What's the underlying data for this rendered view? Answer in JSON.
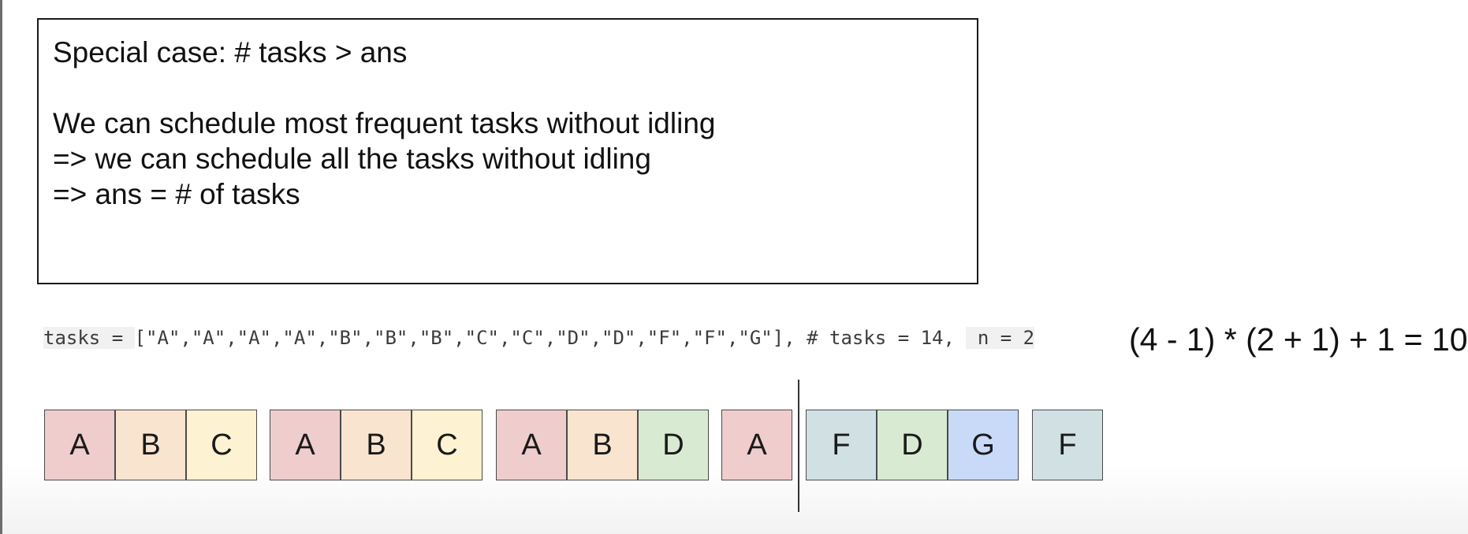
{
  "note": {
    "lines": [
      "Special case: # tasks > ans",
      "We can schedule most frequent tasks without idling",
      "=> we can schedule all the tasks without idling",
      "=> ans = # of tasks"
    ]
  },
  "code": {
    "prefix": "tasks = ",
    "list": "[\"A\",\"A\",\"A\",\"A\",\"B\",\"B\",\"B\",\"C\",\"C\",\"D\",\"D\",\"F\",\"F\",\"G\"], # tasks = 14, ",
    "n": " n = 2"
  },
  "formula": "(4 - 1) * (2 + 1) + 1 = 10",
  "colors": {
    "A": "#efcdcd",
    "B": "#f9e4cf",
    "C": "#fdf2d2",
    "D": "#d9ead3",
    "F": "#d0e0e3",
    "G": "#c9daf8"
  },
  "schedule_groups": [
    [
      "A",
      "B",
      "C"
    ],
    [
      "A",
      "B",
      "C"
    ],
    [
      "A",
      "B",
      "D"
    ],
    [
      "A"
    ]
  ],
  "overflow_groups": [
    [
      "F",
      "D",
      "G"
    ],
    [
      "F"
    ]
  ]
}
